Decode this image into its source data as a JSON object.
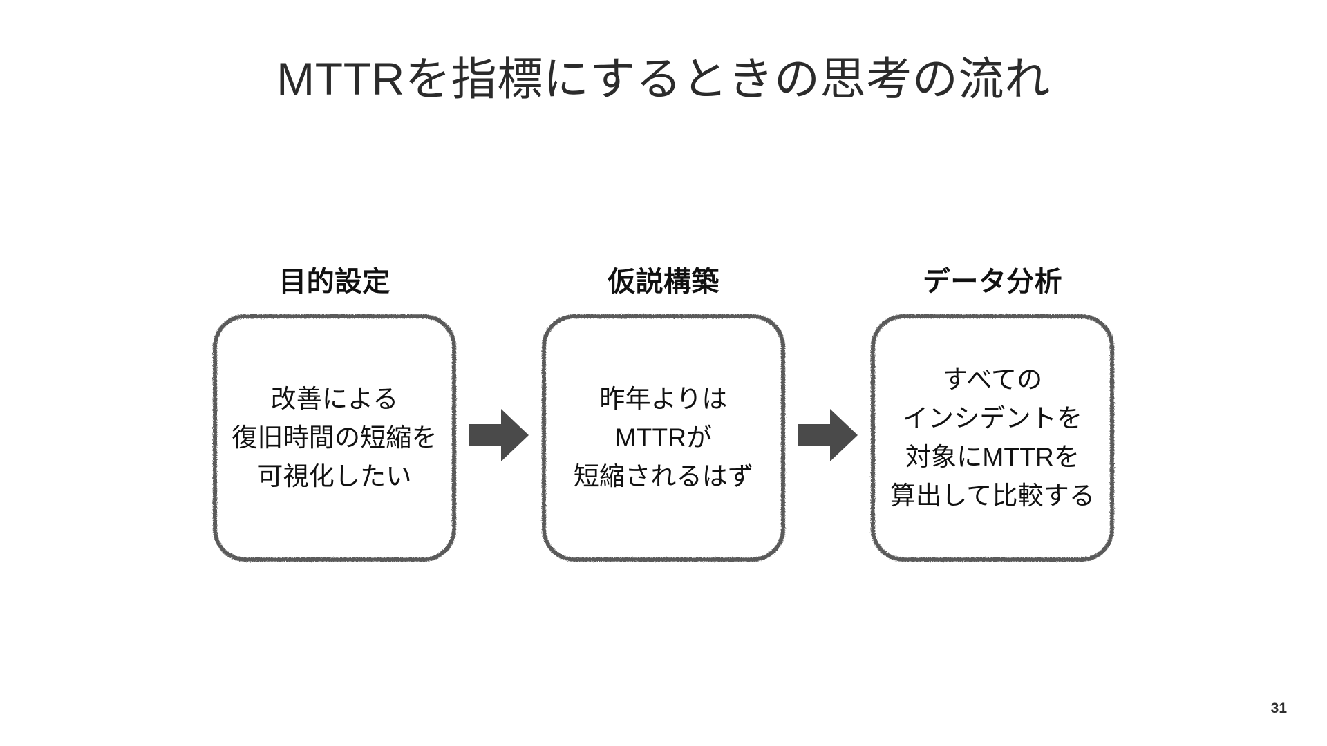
{
  "slide": {
    "title": "MTTRを指標にするときの思考の流れ",
    "page_number": "31",
    "accent_color": "#4a4a4a",
    "text_color": "#111111",
    "background_color": "#ffffff"
  },
  "flow": {
    "arrow_icon": "right-arrow-icon",
    "stages": [
      {
        "heading": "目的設定",
        "body": "改善による\n復旧時間の短縮を\n可視化したい"
      },
      {
        "heading": "仮説構築",
        "body": "昨年よりは\nMTTRが\n短縮されるはず"
      },
      {
        "heading": "データ分析",
        "body": "すべての\nインシデントを\n対象にMTTRを\n算出して比較する"
      }
    ]
  }
}
